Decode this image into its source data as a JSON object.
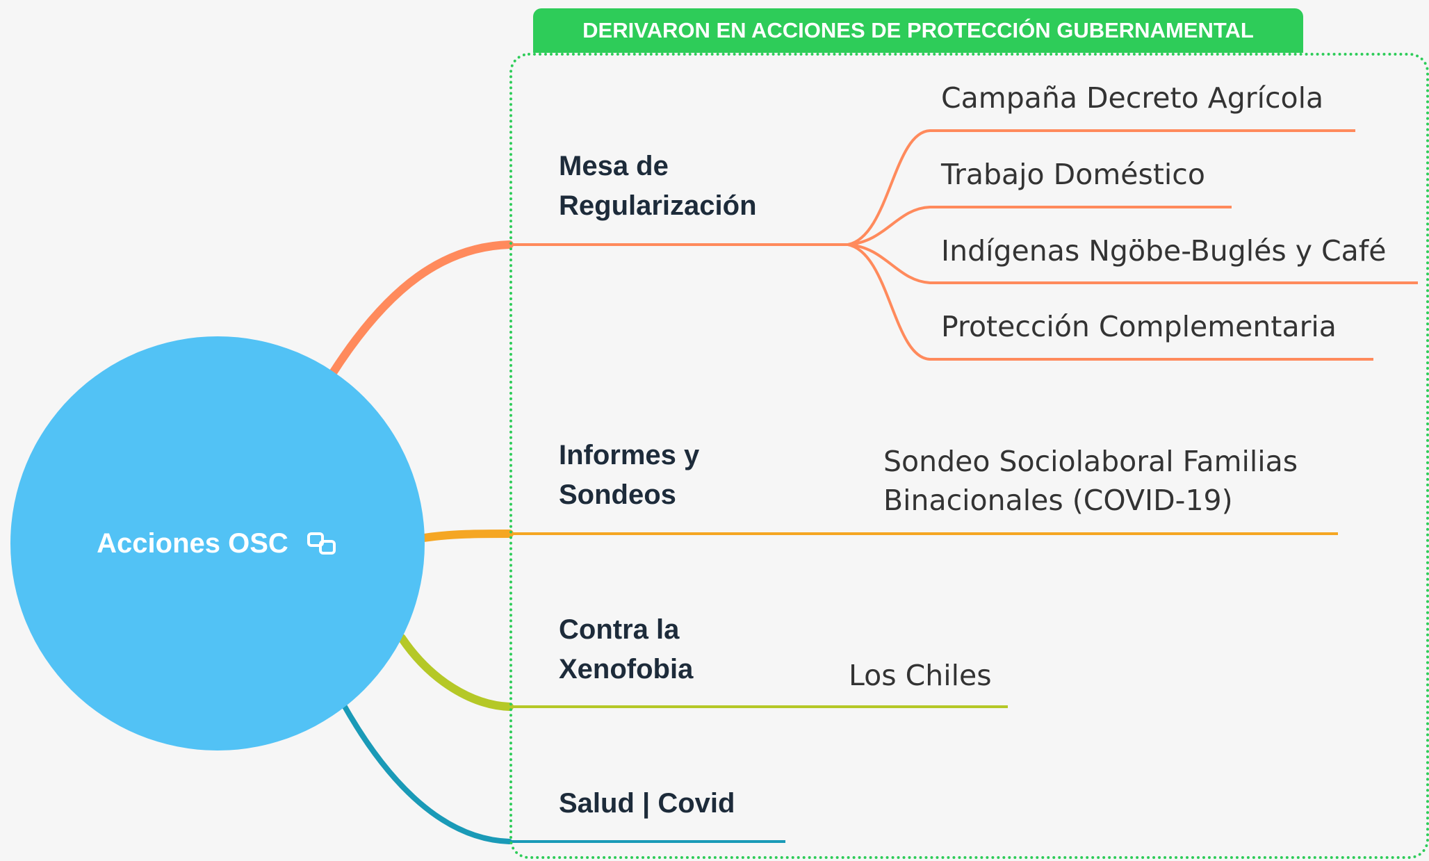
{
  "boundary": {
    "title": "DERIVARON EN ACCIONES DE PROTECCIÓN GUBERNAMENTAL",
    "color": "#2ecc59"
  },
  "central": {
    "label": "Acciones OSC",
    "icon": "link-icon",
    "color": "#52c2f5"
  },
  "branches": [
    {
      "line1": "Mesa de",
      "line2": "Regularización",
      "color": "#ff8a5c",
      "leaves": [
        "Campaña Decreto Agrícola",
        "Trabajo Doméstico",
        "Indígenas Ngöbe-Buglés y Café",
        "Protección Complementaria"
      ]
    },
    {
      "line1": "Informes y",
      "line2": "Sondeos",
      "color": "#f5a623",
      "leaves": [
        "Sondeo Sociolaboral Familias",
        "Binacionales (COVID-19)"
      ]
    },
    {
      "line1": "Contra la",
      "line2": "Xenofobia",
      "color": "#b5c827",
      "leaves": [
        "Los Chiles"
      ]
    },
    {
      "line1": "Salud | Covid",
      "color": "#1a9ab7",
      "leaves": []
    }
  ]
}
